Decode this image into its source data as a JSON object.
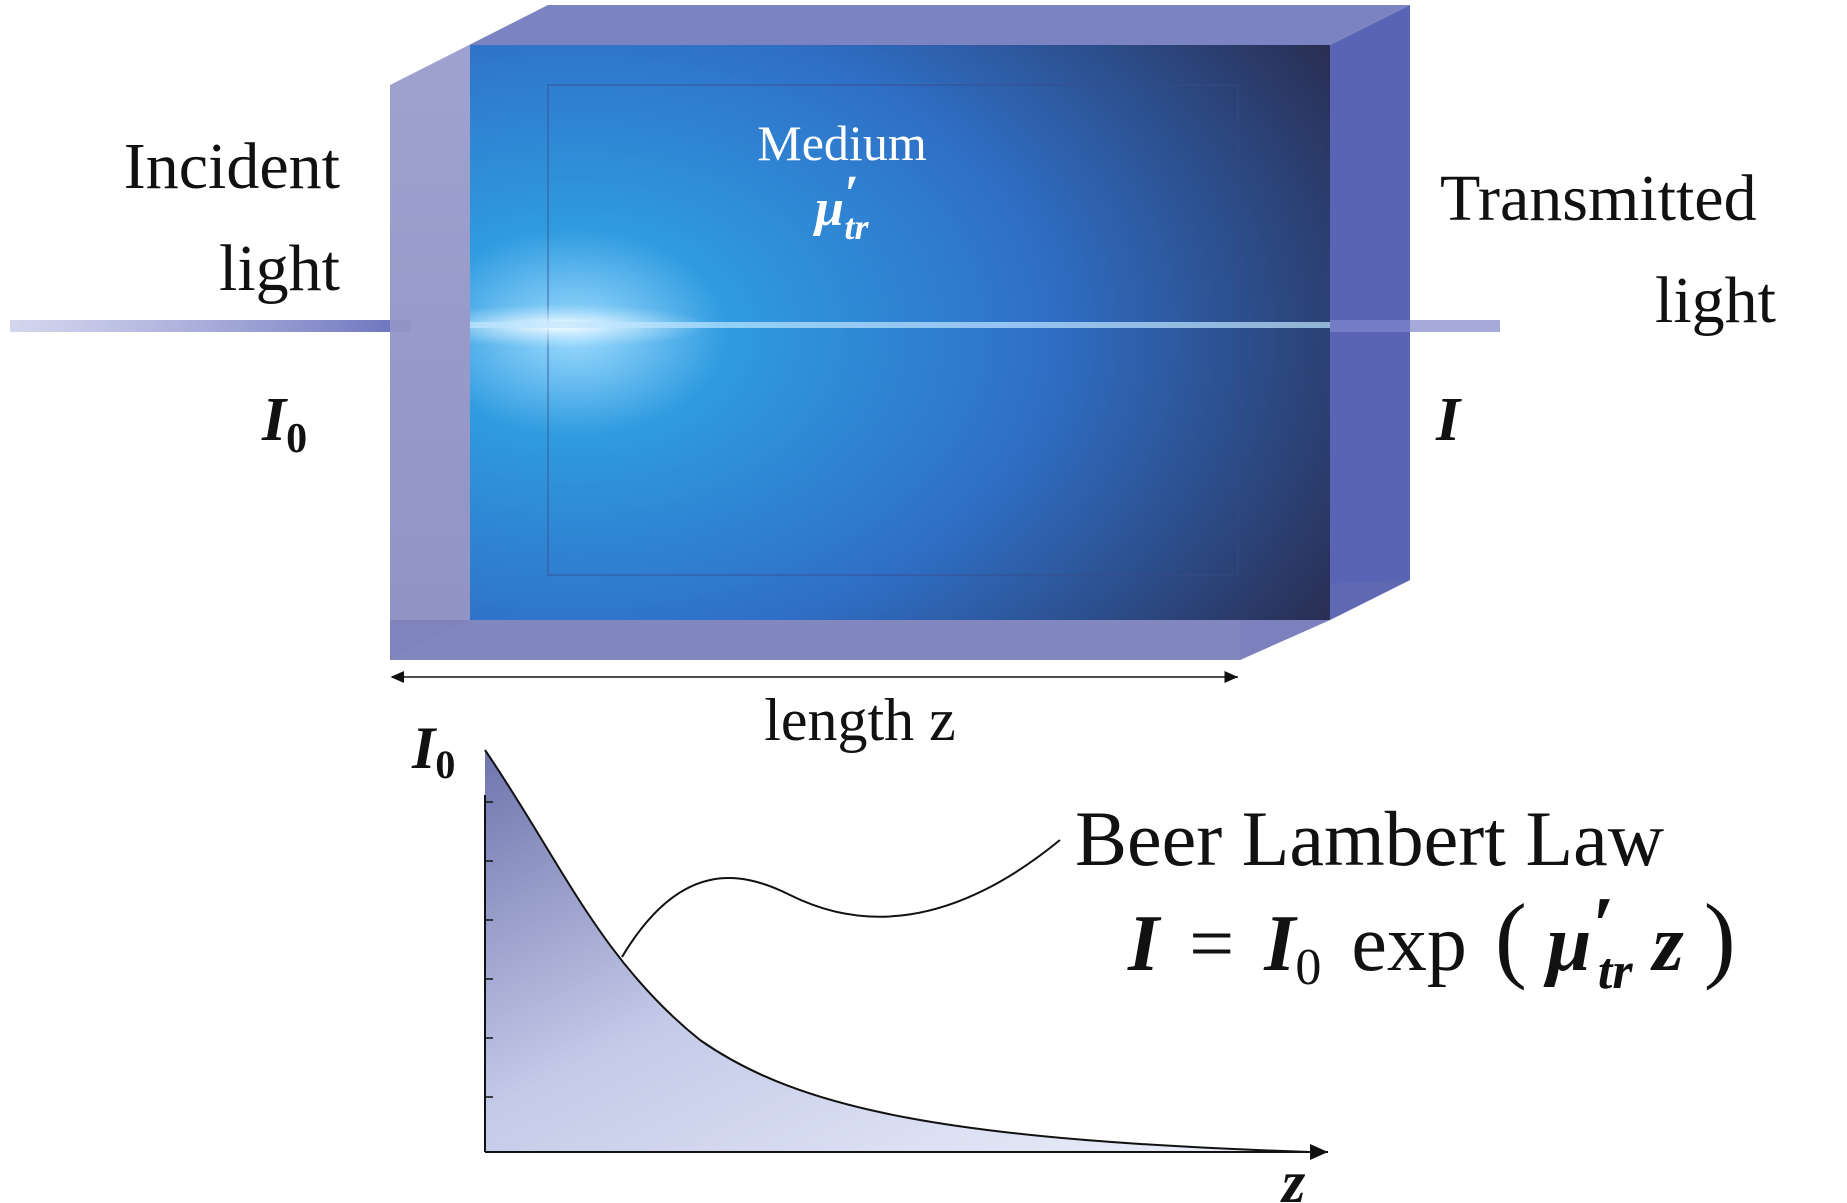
{
  "labels": {
    "incident_line1": "Incident",
    "incident_line2": "light",
    "transmitted_line1": "Transmitted",
    "transmitted_line2": "light",
    "intensity_in": "I",
    "intensity_in_sub": "0",
    "intensity_out": "I",
    "medium_title": "Medium",
    "medium_mu": "μ",
    "medium_prime": "′",
    "medium_sub": "tr",
    "length": "length z",
    "graph_y_label": "I",
    "graph_y_sub": "0",
    "graph_x_label": "z",
    "law_title": "Beer Lambert Law"
  },
  "formula": {
    "lhs": "I",
    "equals": "=",
    "i0": "I",
    "i0_sub": "0",
    "func": "exp",
    "open_paren": "(",
    "mu": "μ",
    "prime": "′",
    "mu_sub": "tr",
    "var": "z",
    "close_paren": ")"
  },
  "colors": {
    "medium_light": "#2f9be0",
    "medium_dark": "#2d3a66",
    "glass": "#7c7fb8",
    "beam": "#5d64b8",
    "curve_fill_top": "#6f74ad",
    "curve_fill_bottom": "#e6ecf8"
  }
}
